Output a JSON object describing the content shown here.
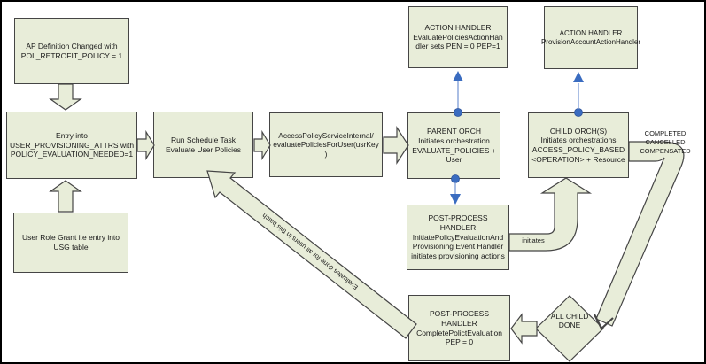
{
  "boxes": {
    "ap_definition": "AP Definition Changed with\nPOL_RETROFIT_POLICY = 1",
    "entry_upa": "Entry into\nUSER_PROVISIONING_ATTRS with\nPOLICY_EVALUATION_NEEDED=1",
    "user_role_grant": "User Role Grant i.e entry into\nUSG table",
    "run_schedule": "Run Schedule Task\nEvaluate User Policies",
    "access_policy": "AccessPolicyServiceInternal/\nevaluatePoliciesForUser(usrKey\n)",
    "parent_orch": "PARENT ORCH\nInitiates orchestration\nEVALUATE_POLICIES +\nUser",
    "child_orch": "CHILD ORCH(S)\nInitiates orchestrations\nACCESS_POLICY_BASED\n<OPERATION> + Resource",
    "action_handler_1": "ACTION HANDLER\nEvaluatePoliciesActionHan\ndler sets PEN = 0 PEP=1",
    "action_handler_2": "ACTION HANDLER\nProvisionAccountActionHandler",
    "post_process_1": "POST-PROCESS\nHANDLER\nInitiatePolicyEvaluationAnd\nProvisioning Event Handler\ninitiates provisioning actions",
    "post_process_2": "POST-PROCESS\nHANDLER\nCompletePolictEvaluation\nPEP = 0",
    "all_child_done": "ALL CHILD\nDONE"
  },
  "labels": {
    "initiates": "initiates",
    "completed_states": "COMPLETED\nCANCELLED\nCOMPENSATED",
    "evaluates_note": "Evaluates done for all users in this batch"
  },
  "colors": {
    "shape_fill": "#e8edd9",
    "shape_border": "#454545",
    "connector_blue": "#3a6cc0",
    "connector_line": "#7d9bd6"
  }
}
